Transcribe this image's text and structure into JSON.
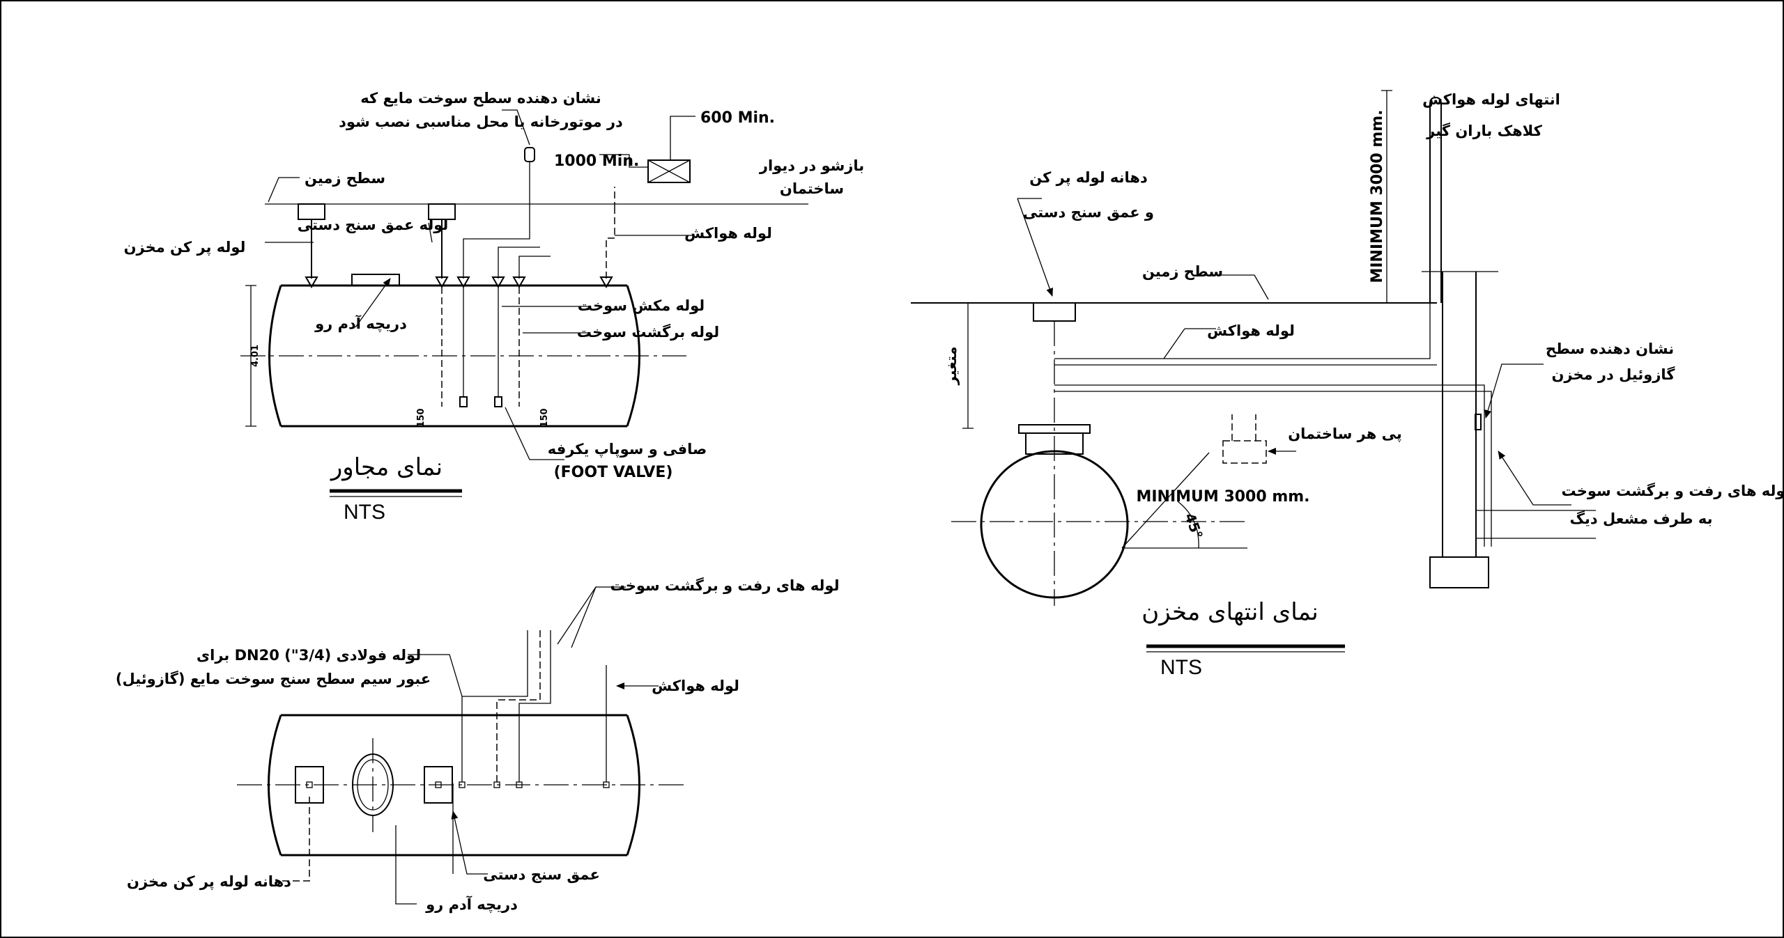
{
  "side_view": {
    "title": "نمای مجاور",
    "scale": "NTS",
    "labels": {
      "level_indicator_1": "نشان دهنده سطح سوخت مایع که",
      "level_indicator_2": "در موتورخانه یا محل مناسبی نصب شود",
      "min_600": "600 Min.",
      "min_1000": "1000 Min.",
      "wall_opening_1": "بازشو در دیوار",
      "wall_opening_2": "ساختمان",
      "ground_level": "سطح زمین",
      "dipstick_pipe": "لوله عمق سنج دستی",
      "fill_pipe": "لوله پر کن مخزن",
      "vent_pipe": "لوله هواکش",
      "suction_pipe": "لوله مکش سوخت",
      "return_pipe": "لوله برگشت سوخت",
      "manhole": "دریچه آدم رو",
      "dim_diameter": "4.01",
      "dim_150_left": "150",
      "dim_150_right": "150",
      "foot_valve_1": "صافی و سوپاپ یکرفه",
      "foot_valve_2": "(FOOT VALVE)"
    }
  },
  "end_view": {
    "title": "نمای انتهای مخزن",
    "scale": "NTS",
    "labels": {
      "vent_end": "انتهای لوله هواکش",
      "rain_cap": "کلاهک باران گیر",
      "minimum_vertical": "MINIMUM 3000 mm.",
      "fill_mouth_1": "دهانه لوله پر کن",
      "fill_mouth_2": "و عمق سنج دستی",
      "ground_level": "سطح زمین",
      "vent_pipe": "لوله هواکش",
      "variable": "متغیر",
      "level_indicator_1": "نشان دهنده سطح",
      "level_indicator_2": "گازوئیل در مخزن",
      "building_foundation": "پی هر ساختمان",
      "minimum_horizontal": "MINIMUM 3000 mm.",
      "angle": "45°",
      "supply_return_1": "لوله های رفت و برگشت سوخت",
      "supply_return_2": "به طرف مشعل دیگ"
    }
  },
  "plan_view": {
    "labels": {
      "supply_return": "لوله های رفت و برگشت سوخت",
      "steel_pipe_1": "لوله فولادی DN20 (\"3/4) برای",
      "steel_pipe_2": "عبور سیم سطح سنج سوخت مایع (گازوئیل)",
      "vent_pipe": "لوله هواکش",
      "fill_mouth": "دهانه لوله پر کن مخزن",
      "dipstick": "عمق سنج دستی",
      "manhole": "دریچه آدم رو"
    }
  }
}
